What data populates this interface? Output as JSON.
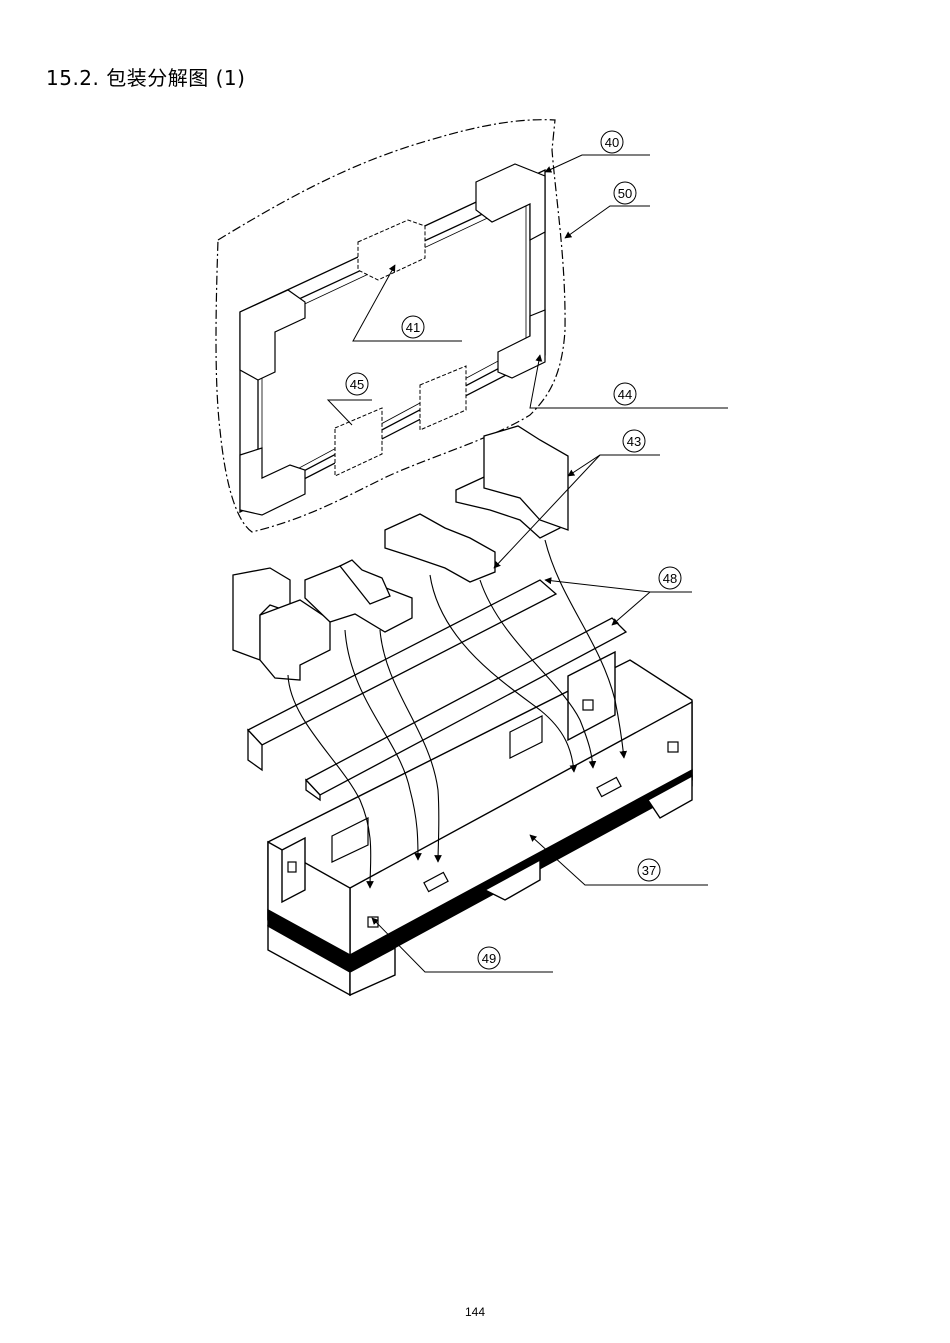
{
  "section": {
    "title": "15.2.  包装分解图 (1)"
  },
  "callouts": [
    {
      "id": "40",
      "label": "40"
    },
    {
      "id": "50",
      "label": "50"
    },
    {
      "id": "41",
      "label": "41"
    },
    {
      "id": "45",
      "label": "45"
    },
    {
      "id": "44",
      "label": "44"
    },
    {
      "id": "43",
      "label": "43"
    },
    {
      "id": "48",
      "label": "48"
    },
    {
      "id": "37",
      "label": "37"
    },
    {
      "id": "49",
      "label": "49"
    }
  ],
  "page": {
    "number": "144"
  }
}
